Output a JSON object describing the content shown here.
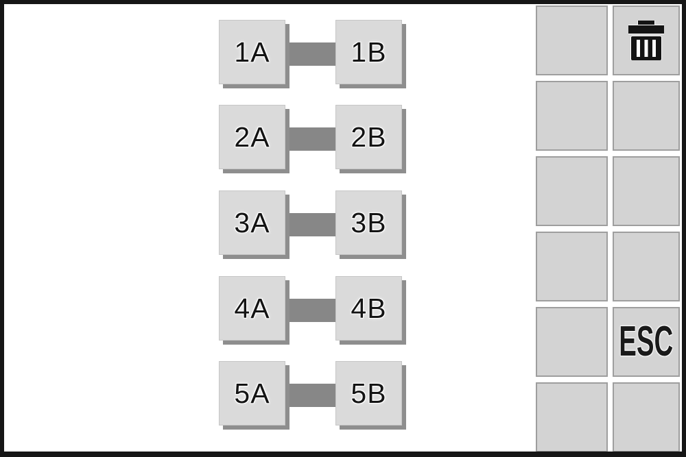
{
  "pairs": [
    {
      "a": "1A",
      "b": "1B"
    },
    {
      "a": "2A",
      "b": "2B"
    },
    {
      "a": "3A",
      "b": "3B"
    },
    {
      "a": "4A",
      "b": "4B"
    },
    {
      "a": "5A",
      "b": "5B"
    }
  ],
  "sidebar": {
    "esc_label": "ESC",
    "trash_icon": "trash-icon"
  },
  "colors": {
    "frame_border": "#161616",
    "background": "#ffffff",
    "button_fill": "#dadada",
    "button_shadow": "#8e8e8e",
    "connector": "#878787",
    "cell_fill": "#d3d3d3",
    "cell_border": "#9e9e9e",
    "text": "#141414"
  }
}
